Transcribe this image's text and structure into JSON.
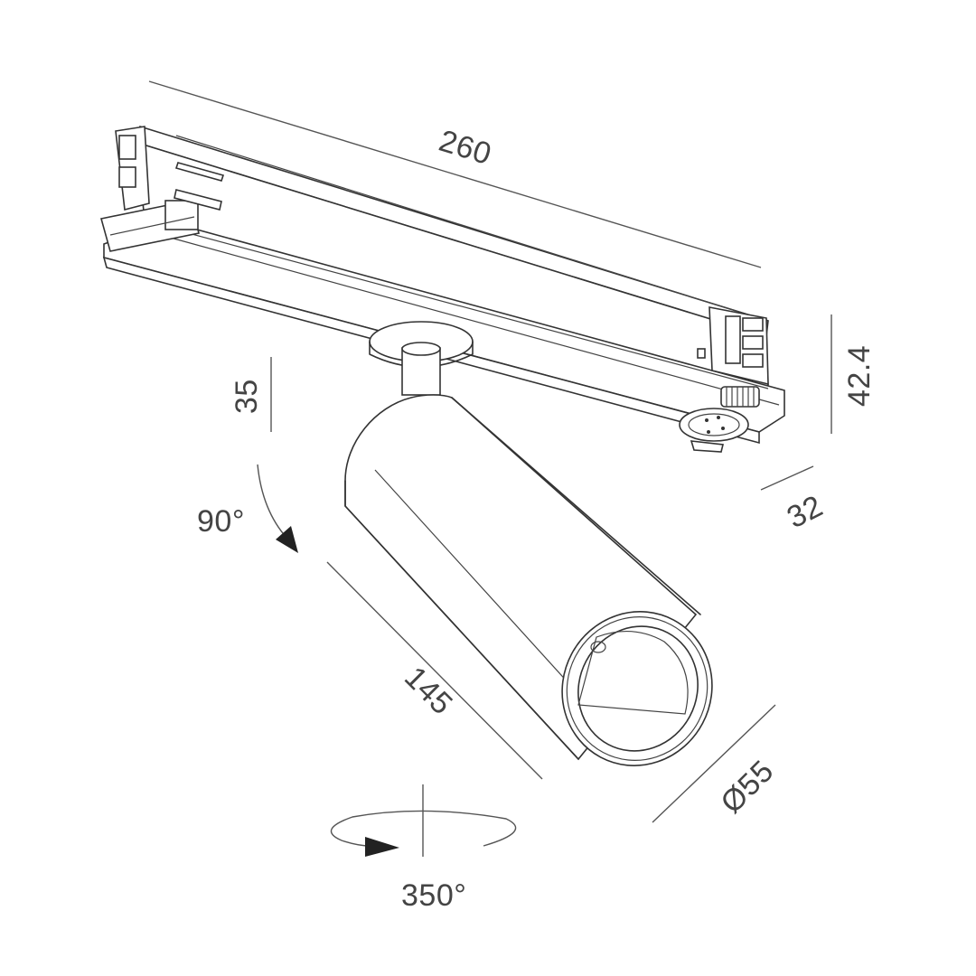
{
  "dimensions": {
    "length": "260",
    "height": "42.4",
    "depth": "32",
    "stem": "35",
    "body_length": "145",
    "diameter": "Ø55"
  },
  "rotations": {
    "tilt": "90°",
    "pan": "350°"
  },
  "colors": {
    "line": "#333333",
    "text": "#444444",
    "background": "#ffffff"
  }
}
